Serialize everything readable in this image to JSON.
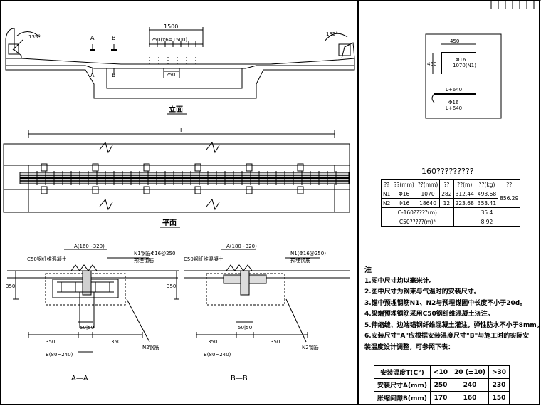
{
  "views": {
    "elevation_label": "立面",
    "plan_label": "平面",
    "section_a_label": "A—A",
    "section_b_label": "B—B"
  },
  "dims": {
    "d1500": "1500",
    "d250x": "250(x6=1500)",
    "d250": "250",
    "dL": "L",
    "d350": "350",
    "d5050": "50|50",
    "d80240": "B(80~240)",
    "d160320": "A(160~320)",
    "d180320": "A(180~320)",
    "d450a": "450",
    "d450b": "450",
    "angle_left": "135°",
    "angle_right": "135°",
    "section_A": "A",
    "section_B": "B"
  },
  "callouts": {
    "c50_left": "C50钢纤维混凝土",
    "c50_right": "C50钢纤维混凝土",
    "n1_left": "N1钢筋Φ16@250",
    "n1_right": "N1(Φ16@250)",
    "n2_left": "N2钢筋",
    "n2_right": "N2钢筋",
    "pre_left": "预埋钢筋",
    "pre_right": "预埋钢筋"
  },
  "detail": {
    "rebar_label": "Φ16",
    "rebar_len": "1070(N1)",
    "l_label": "L+640",
    "n2_label": "Φ16",
    "n2_len": "L+640"
  },
  "qty_table": {
    "title": "160?????????",
    "headers": [
      "??",
      "??(mm)",
      "??(mm)",
      "??",
      "??(m)",
      "??(kg)",
      "??"
    ],
    "rows": [
      [
        "N1",
        "Φ16",
        "1070",
        "282",
        "312.44",
        "493.68",
        "856.29"
      ],
      [
        "N2",
        "Φ16",
        "18640",
        "12",
        "223.68",
        "353.41",
        ""
      ]
    ],
    "row3_label": "C-160?????(m)",
    "row3_value": "35.4",
    "row4_label": "C50?????(m)³",
    "row4_value": "8.92"
  },
  "notes": {
    "head": "注",
    "items": [
      "1.图中尺寸均以毫米计。",
      "2.图中尺寸为钢束与气温时的安装尺寸。",
      "3.锚中预埋钢筋N1、N2与预埋锚固中长度不小于20d。",
      "4.梁端预埋钢筋采用C50钢纤维混凝土浇注。",
      "5.伸缩缝、边端锚钢纤维混凝土灌注，弹性防水不小于8mm。",
      "6.安装尺寸\"A\"应根据安装温度尺寸\"B\"与施工时的实际安装温度设计调整，可参照下表："
    ]
  },
  "temp_table": {
    "headers": [
      "安装温度T(C°)",
      "<10",
      "20 (±10)",
      ">30"
    ],
    "rows": [
      [
        "安装尺寸A(mm)",
        "250",
        "240",
        "230"
      ],
      [
        "胀缩间隙B(mm)",
        "170",
        "160",
        "150"
      ]
    ]
  }
}
